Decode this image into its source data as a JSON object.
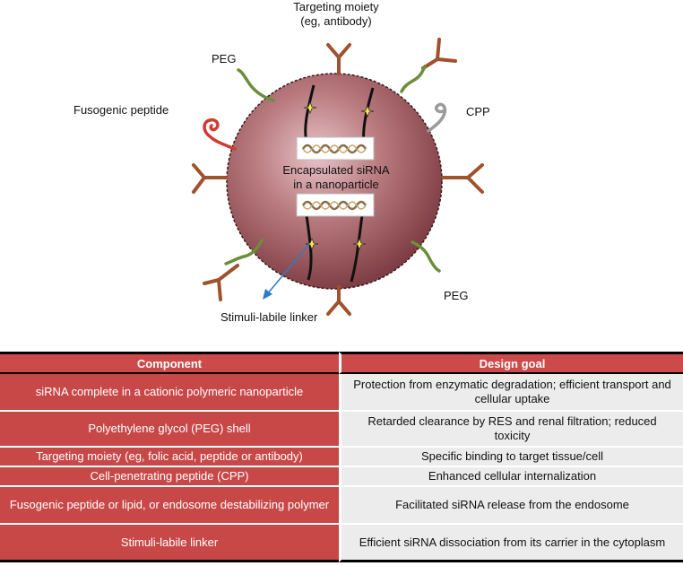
{
  "diagram": {
    "labels": {
      "targeting_moiety": "Targeting moiety\n(eg, antibody)",
      "peg_top": "PEG",
      "fusogenic_peptide": "Fusogenic peptide",
      "cpp": "CPP",
      "center": "Encapsulated siRNA\nin a nanoparticle",
      "peg_bottom": "PEG",
      "stimuli_linker": "Stimuli-labile linker"
    },
    "colors": {
      "particle": "#a9646c",
      "antibody": "#a0522d",
      "peg": "#6b8e3a",
      "fusogenic": "#d13b2f",
      "cpp": "#9a9a9a",
      "linker_arrow": "#2e7bc4",
      "star": "#ffe94a"
    }
  },
  "table": {
    "headers": {
      "component": "Component",
      "goal": "Design goal"
    },
    "rows": [
      {
        "component": "siRNA complete in a cationic polymeric nanoparticle",
        "goal": "Protection from enzymatic degradation; efficient transport and cellular uptake"
      },
      {
        "component": "Polyethylene glycol (PEG) shell",
        "goal": "Retarded clearance by RES and renal filtration; reduced toxicity"
      },
      {
        "component": "Targeting moiety (eg, folic acid, peptide or antibody)",
        "goal": "Specific binding to target tissue/cell"
      },
      {
        "component": "Cell-penetrating peptide (CPP)",
        "goal": "Enhanced cellular internalization"
      },
      {
        "component": "Fusogenic peptide or lipid, or endosome destabilizing polymer",
        "goal": "Facilitated siRNA release from the endosome"
      },
      {
        "component": "Stimuli-labile linker",
        "goal": "Efficient siRNA dissociation from its carrier in the cytoplasm"
      }
    ]
  }
}
